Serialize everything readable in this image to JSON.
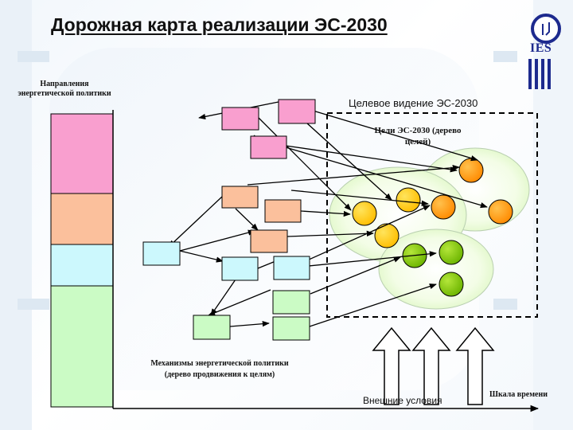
{
  "slide": {
    "title": "Дорожная карта реализации ЭС-2030",
    "labels": {
      "directions": "Направления энергетической политики",
      "vision": "Целевое видение ЭС-2030",
      "goals": "Цели ЭС-2030 (дерево целей)",
      "mechanisms": "Механизмы энергетической политики (дерево продвижения к целям)",
      "external": "Внешние условия",
      "timescale": "Шкала времени"
    },
    "logo": {
      "text": "IES"
    }
  },
  "colors": {
    "pink": "#f99fcf",
    "peach": "#fbc09c",
    "cyan": "#ccf8fd",
    "green": "#cbfbc5",
    "orange": "#ff9600",
    "yellow": "#ffcc00",
    "lime": "#88cc00",
    "navy": "#1d2a8e"
  }
}
